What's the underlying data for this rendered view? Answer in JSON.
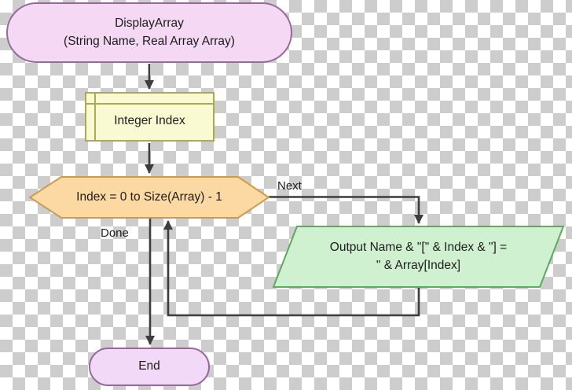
{
  "diagram": {
    "type": "flowchart",
    "nodes": {
      "start": {
        "title": "DisplayArray",
        "params": "(String Name, Real Array Array)",
        "fill": "#f4d8f4",
        "border": "#96689b"
      },
      "declare": {
        "label": "Integer Index",
        "fill": "#fafad2",
        "border": "#a9a958"
      },
      "loop": {
        "label": "Index = 0 to Size(Array) - 1",
        "fill": "#fcd9a2",
        "border": "#c99c50"
      },
      "output": {
        "line1": "Output Name & \"[\" & Index & \"] =",
        "line2": "\" & Array[Index]",
        "fill": "#cff1cf",
        "border": "#5fa860"
      },
      "end": {
        "label": "End",
        "fill": "#f3d9f8",
        "border": "#96689b"
      }
    },
    "edge_labels": {
      "next": "Next",
      "done": "Done"
    },
    "colors": {
      "connector": "#3d3d3d",
      "checker_gray": "#cdcdcd",
      "checker_white": "#ffffff",
      "text": "#1c1c1c"
    }
  }
}
